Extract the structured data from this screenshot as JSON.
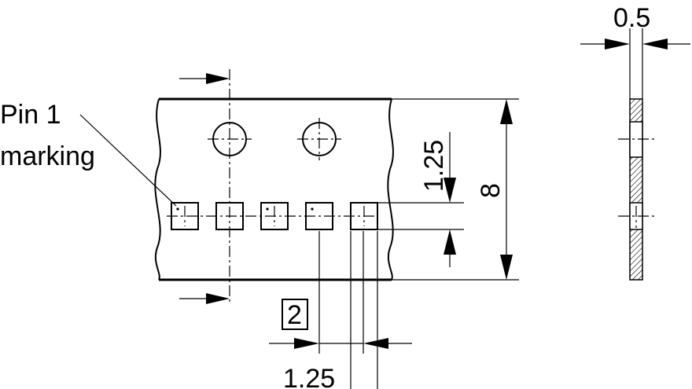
{
  "labels": {
    "pin1_line1": "Pin 1",
    "pin1_line2": "marking",
    "dim_thickness": "0.5",
    "dim_hole_to_pocket": "1.25",
    "dim_tape_width": "8",
    "dim_pocket_pitch": "2",
    "dim_pocket_width": "1.25"
  },
  "colors": {
    "line": "#000000",
    "background": "#ffffff"
  }
}
